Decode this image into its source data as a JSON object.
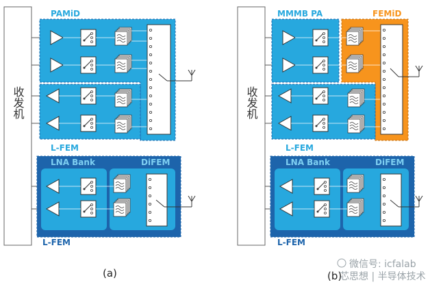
{
  "diagram_a": {
    "transceiver_label": "收发机",
    "pamid_label": "PAMiD",
    "lfem_upper_label": "L-FEM",
    "lna_bank_label": "LNA Bank",
    "difem_label": "DiFEM",
    "lfem_lower_label": "L-FEM",
    "caption": "(a)"
  },
  "diagram_b": {
    "transceiver_label": "收发机",
    "mmmb_label": "MMMB PA",
    "femid_label": "FEMiD",
    "lfem_upper_label": "L-FEM",
    "lna_bank_label": "LNA Bank",
    "difem_label": "DiFEM",
    "lfem_lower_label": "L-FEM",
    "caption": "(b)"
  },
  "watermark": {
    "line1": "微信号: icfalab",
    "line2": "芯思想 | 半导体技术"
  },
  "colors": {
    "light_blue": "#27a8de",
    "dark_blue": "#1d64ab",
    "orange": "#f7941d",
    "outline": "#444444"
  }
}
